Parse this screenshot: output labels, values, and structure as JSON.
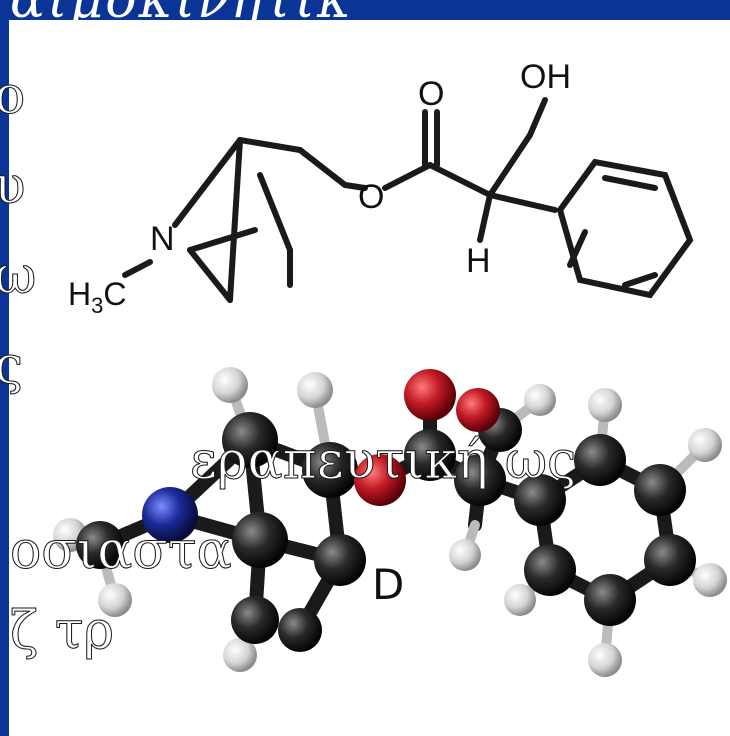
{
  "slide": {
    "colors": {
      "accent": "#0a3596",
      "bond": "#1a1a1a",
      "oxygen": "#c21a24",
      "nitrogen": "#1c2a9a",
      "hydrogen": "#dcdcdc"
    },
    "top_band_text": "αιμοκινητικ",
    "background_lines": [
      "ο",
      "υ",
      "ω",
      "ς",
      "εραπευτική ως",
      "οσιαστα",
      "ζ   τρ"
    ]
  },
  "structure": {
    "atoms": {
      "oh": "OH",
      "o_carbonyl": "O",
      "o_ester": "O",
      "n": "N",
      "h": "H",
      "h3c": "H3C"
    }
  },
  "model": {
    "label": "D"
  }
}
